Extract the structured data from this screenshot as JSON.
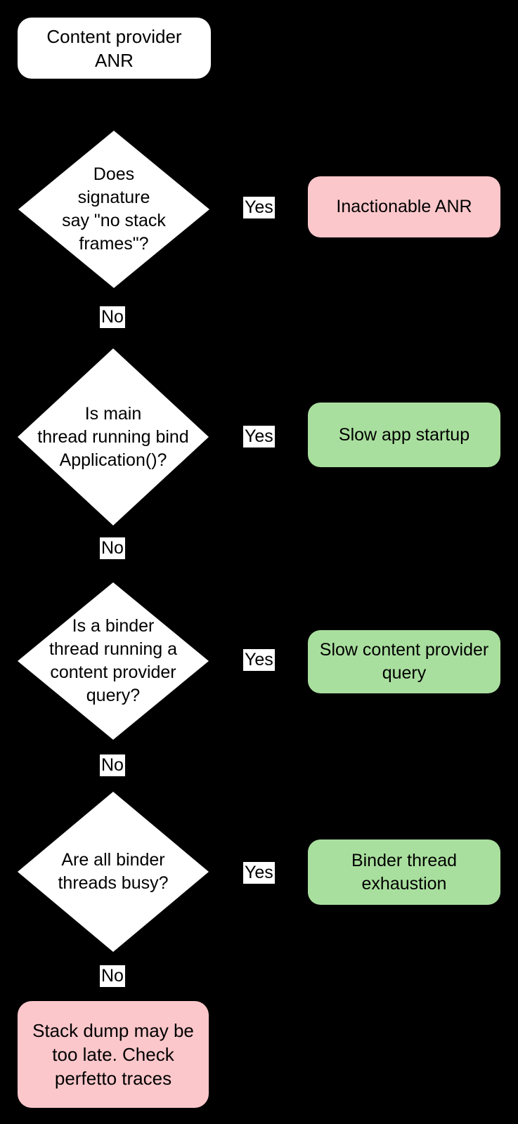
{
  "colors": {
    "background": "#000000",
    "node_fill": "#ffffff",
    "bad_fill": "#fcc7cb",
    "good_fill": "#a9df9e",
    "text": "#000000"
  },
  "labels": {
    "yes": "Yes",
    "no": "No"
  },
  "nodes": {
    "start": {
      "text": "Content provider\nANR"
    },
    "q_signature": {
      "text": "Does\nsignature\nsay \"no stack\nframes\"?"
    },
    "r_inactionable": {
      "text": "Inactionable ANR"
    },
    "q_main_thread": {
      "text": "Is main\nthread running bind\nApplication()?"
    },
    "r_slow_startup": {
      "text": "Slow app startup"
    },
    "q_binder_query": {
      "text": "Is a binder\nthread running a\ncontent provider\nquery?"
    },
    "r_slow_query": {
      "text": "Slow content provider\nquery"
    },
    "q_binder_busy": {
      "text": "Are all binder\nthreads busy?"
    },
    "r_exhaustion": {
      "text": "Binder thread\nexhaustion"
    },
    "end": {
      "text": "Stack dump may be\ntoo late. Check\nperfetto traces"
    }
  }
}
